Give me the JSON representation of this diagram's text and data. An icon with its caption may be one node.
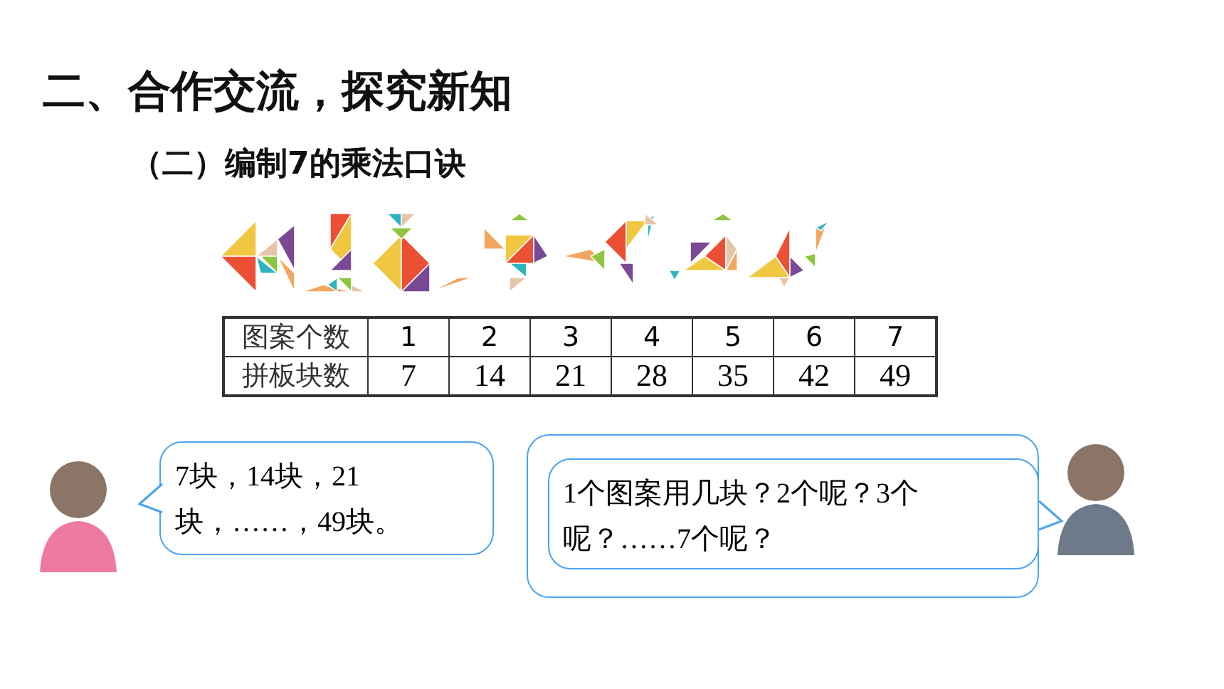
{
  "diagram": {
    "title": "二、合作交流，探究新知",
    "nodes": [
      {
        "text": [
          "7块，14块，21块，……，49块。"
        ]
      },
      {
        "text": [],
        "shape": "box"
      },
      {
        "text": [
          "1个图案用几块？2个呢？3个呢？……7个呢？"
        ],
        "in": 1
      }
    ],
    "labels": [
      "（二）编制7的乘法口诀",
      "图案个数",
      "1",
      "2",
      "3",
      "4",
      "5",
      "6",
      "7",
      "拼板块数",
      "7",
      "14",
      "21",
      "28",
      "35",
      "42",
      "49"
    ]
  }
}
